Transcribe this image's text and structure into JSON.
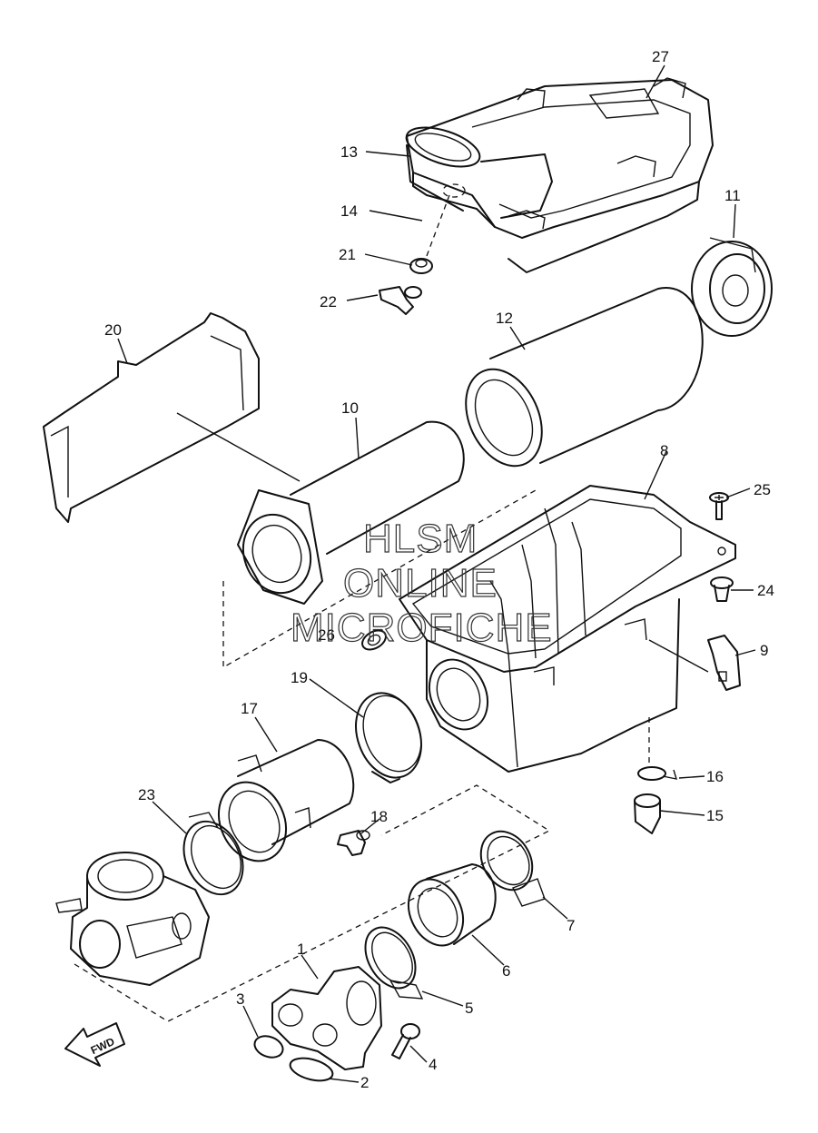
{
  "diagram": {
    "watermark": [
      "HLSM",
      "ONLINE",
      "MICROFICHE"
    ],
    "direction_label": "FWD",
    "parts": [
      {
        "id": "p1",
        "number": "1"
      },
      {
        "id": "p2",
        "number": "2"
      },
      {
        "id": "p3",
        "number": "3"
      },
      {
        "id": "p4",
        "number": "4"
      },
      {
        "id": "p5",
        "number": "5"
      },
      {
        "id": "p6",
        "number": "6"
      },
      {
        "id": "p7",
        "number": "7"
      },
      {
        "id": "p8",
        "number": "8"
      },
      {
        "id": "p9",
        "number": "9"
      },
      {
        "id": "p10",
        "number": "10"
      },
      {
        "id": "p11",
        "number": "11"
      },
      {
        "id": "p12",
        "number": "12"
      },
      {
        "id": "p13",
        "number": "13"
      },
      {
        "id": "p14",
        "number": "14"
      },
      {
        "id": "p15",
        "number": "15"
      },
      {
        "id": "p16",
        "number": "16"
      },
      {
        "id": "p17",
        "number": "17"
      },
      {
        "id": "p18",
        "number": "18"
      },
      {
        "id": "p19",
        "number": "19"
      },
      {
        "id": "p20",
        "number": "20"
      },
      {
        "id": "p21",
        "number": "21"
      },
      {
        "id": "p22",
        "number": "22"
      },
      {
        "id": "p23",
        "number": "23"
      },
      {
        "id": "p24",
        "number": "24"
      },
      {
        "id": "p25",
        "number": "25"
      },
      {
        "id": "p26",
        "number": "26"
      },
      {
        "id": "p27",
        "number": "27"
      }
    ]
  }
}
